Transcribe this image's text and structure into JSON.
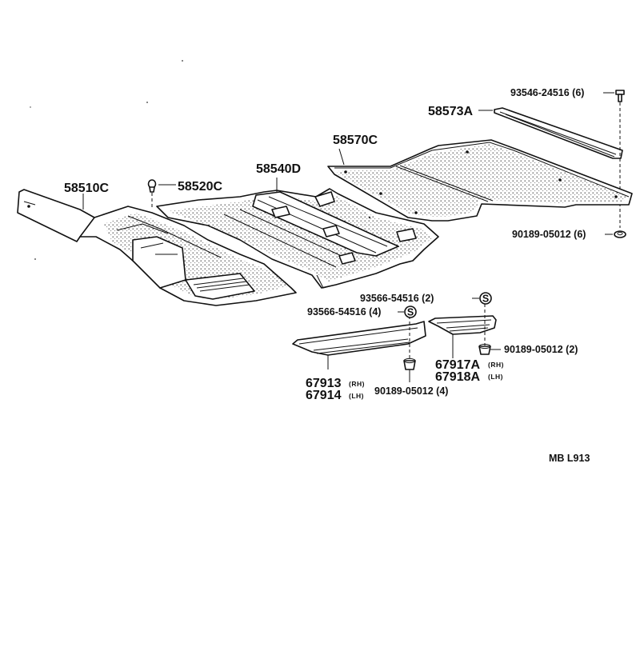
{
  "labels": {
    "p93546": "93546-24516 (6)",
    "p58573A": "58573A",
    "p58570C": "58570C",
    "p58540D": "58540D",
    "p58510C": "58510C",
    "p58520C": "58520C",
    "p90189_6": "90189-05012 (6)",
    "p93566_2": "93566-54516 (2)",
    "p93566_4": "93566-54516 (4)",
    "p90189_2": "90189-05012 (2)",
    "p67917A": "67917A",
    "p67917A_side": "(RH)",
    "p67918A": "67918A",
    "p67918A_side": "(LH)",
    "p67913": "67913",
    "p67913_side": "(RH)",
    "p67914": "67914",
    "p67914_side": "(LH)",
    "p90189_4": "90189-05012 (4)",
    "s_symbol": "S",
    "footer_code": "MB  L913"
  }
}
